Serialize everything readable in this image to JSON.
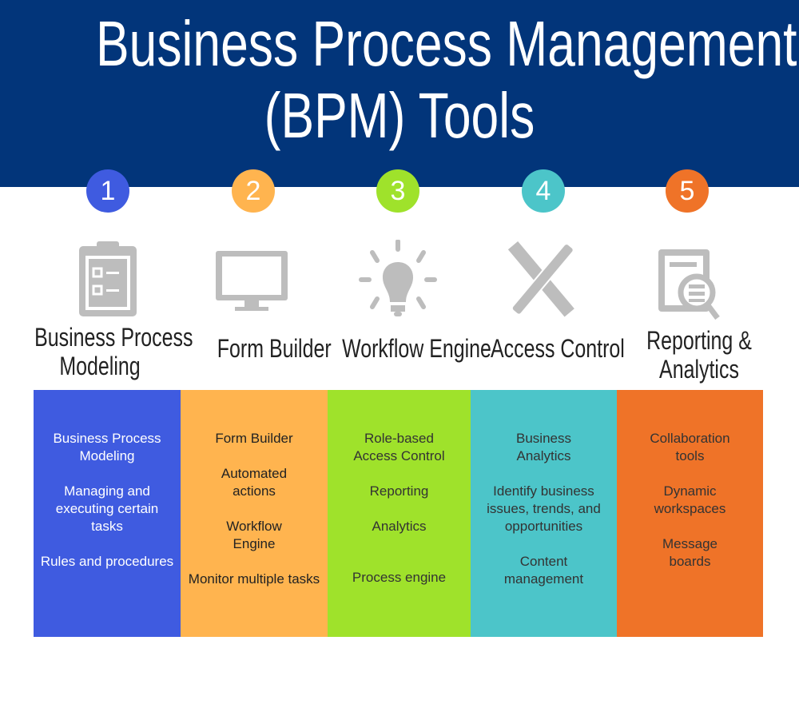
{
  "title": {
    "line1": "Business Process Management",
    "line2": "(BPM) Tools"
  },
  "colors": {
    "banner": "#02357a",
    "c1": "#3f5be0",
    "c2": "#ffb44f",
    "c3": "#9fe22b",
    "c4": "#4cc5c9",
    "c5": "#ef7328",
    "icon": "#bdbdbd"
  },
  "tools": [
    {
      "number": "1",
      "icon": "clipboard-checklist-icon",
      "heading_line1": "Business Process",
      "heading_line2": "Modeling",
      "items": [
        "Business Process Modeling",
        "Managing and executing certain tasks",
        "Rules and procedures"
      ]
    },
    {
      "number": "2",
      "icon": "monitor-icon",
      "heading_line1": "Form Builder",
      "items": [
        "Form Builder",
        "Automated actions",
        "Workflow Engine",
        "Monitor multiple tasks"
      ]
    },
    {
      "number": "3",
      "icon": "lightbulb-icon",
      "heading_line1": "Workflow Engine",
      "items": [
        "Role-based Access Control",
        "Reporting",
        "Analytics",
        "Process engine"
      ]
    },
    {
      "number": "4",
      "icon": "ruler-pencil-icon",
      "heading_line1": "Access Control",
      "items": [
        "Business Analytics",
        "Identify business issues, trends, and opportunities",
        "Content management"
      ]
    },
    {
      "number": "5",
      "icon": "report-magnifier-icon",
      "heading_line1": "Reporting &",
      "heading_line2": "Analytics",
      "items": [
        "Collaboration tools",
        "Dynamic workspaces",
        "Message boards"
      ]
    }
  ]
}
